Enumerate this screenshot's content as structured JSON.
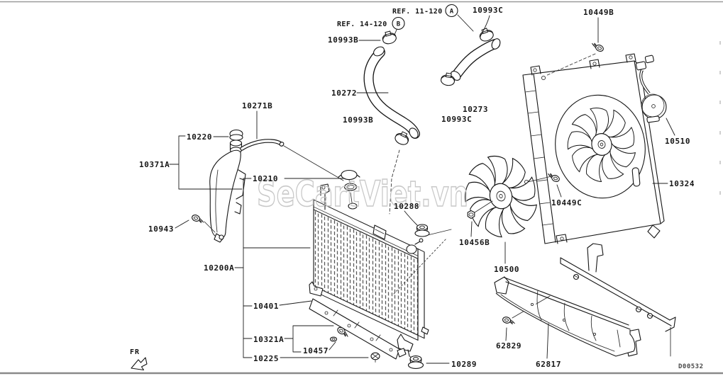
{
  "diagram": {
    "watermark": "SeCartViet.vn",
    "drawing_code": "D00532",
    "direction_indicator": "FR",
    "references": {
      "ref_a": {
        "text": "REF. 11-120",
        "marker": "A"
      },
      "ref_b": {
        "text": "REF. 14-120",
        "marker": "B"
      }
    },
    "part_numbers": {
      "p10200A": "10200A",
      "p10210": "10210",
      "p10220": "10220",
      "p10225": "10225",
      "p10271B": "10271B",
      "p10272": "10272",
      "p10273": "10273",
      "p10288": "10288",
      "p10289": "10289",
      "p10321A": "10321A",
      "p10324": "10324",
      "p10371A": "10371A",
      "p10401": "10401",
      "p10449B": "10449B",
      "p10449C": "10449C",
      "p10456B": "10456B",
      "p10457": "10457",
      "p10500": "10500",
      "p10510": "10510",
      "p10943": "10943",
      "p10993B": "10993B",
      "p10993C": "10993C",
      "p62817": "62817",
      "p62829": "62829"
    }
  }
}
